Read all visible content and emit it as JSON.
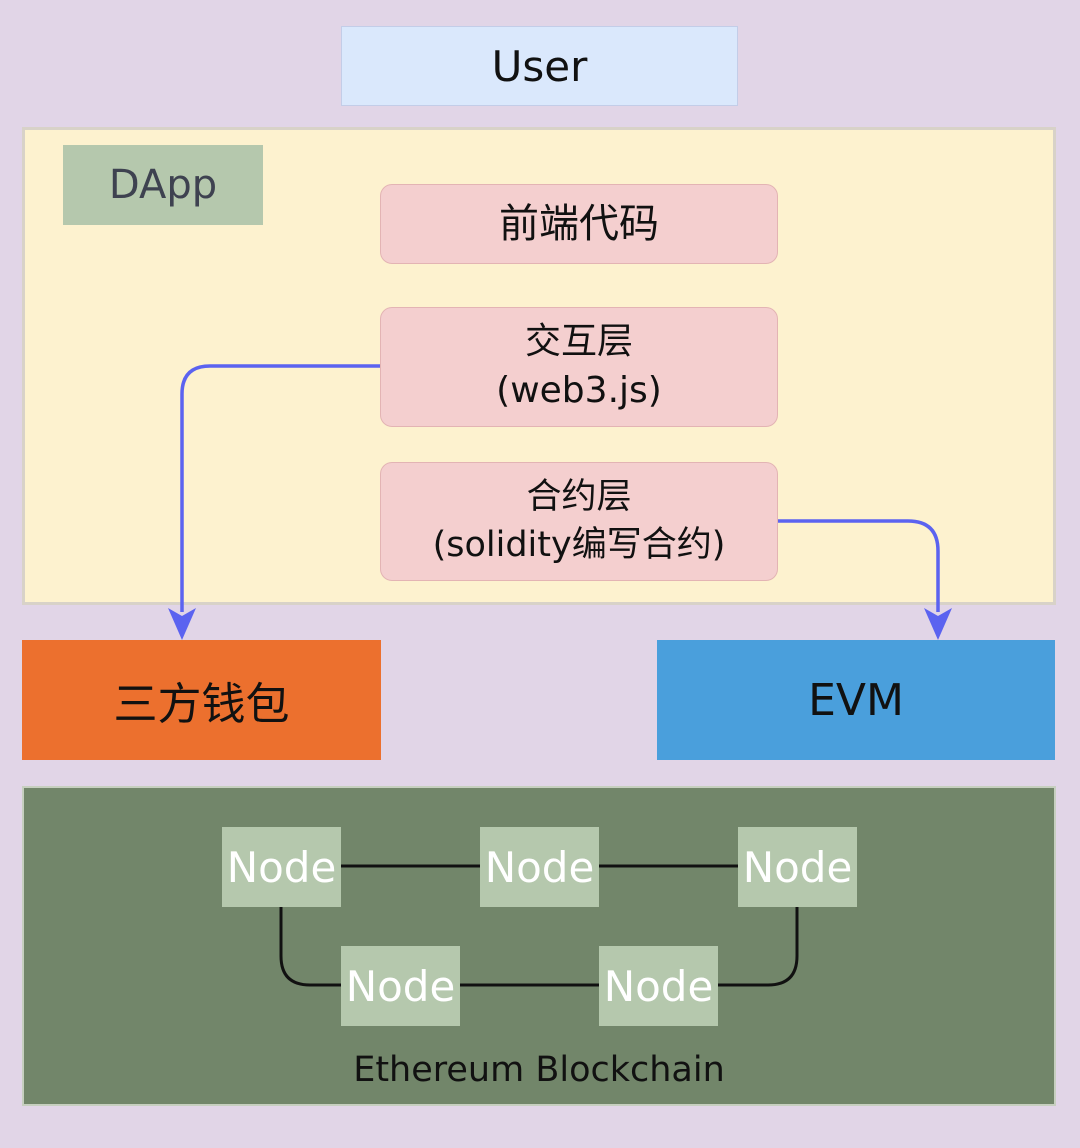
{
  "diagram": {
    "user": "User",
    "dapp": {
      "label": "DApp",
      "frontend": "前端代码",
      "interaction_title": "交互层",
      "interaction_sub": "(web3.js)",
      "contract_title": "合约层",
      "contract_sub": "(solidity编写合约)"
    },
    "wallet": "三方钱包",
    "evm": "EVM",
    "blockchain": {
      "label": "Ethereum Blockchain",
      "nodes": [
        "Node",
        "Node",
        "Node",
        "Node",
        "Node"
      ]
    }
  },
  "colors": {
    "background": "#e1d5e7",
    "user": "#dae8fc",
    "dapp_panel": "#fdf2cf",
    "dapp_label": "#b5c8ad",
    "layer": "#f4cfcf",
    "wallet": "#ec702e",
    "evm": "#4a9fdc",
    "blockchain": "#72866a",
    "node": "#b5c8ad",
    "arrow": "#5b63f0"
  }
}
